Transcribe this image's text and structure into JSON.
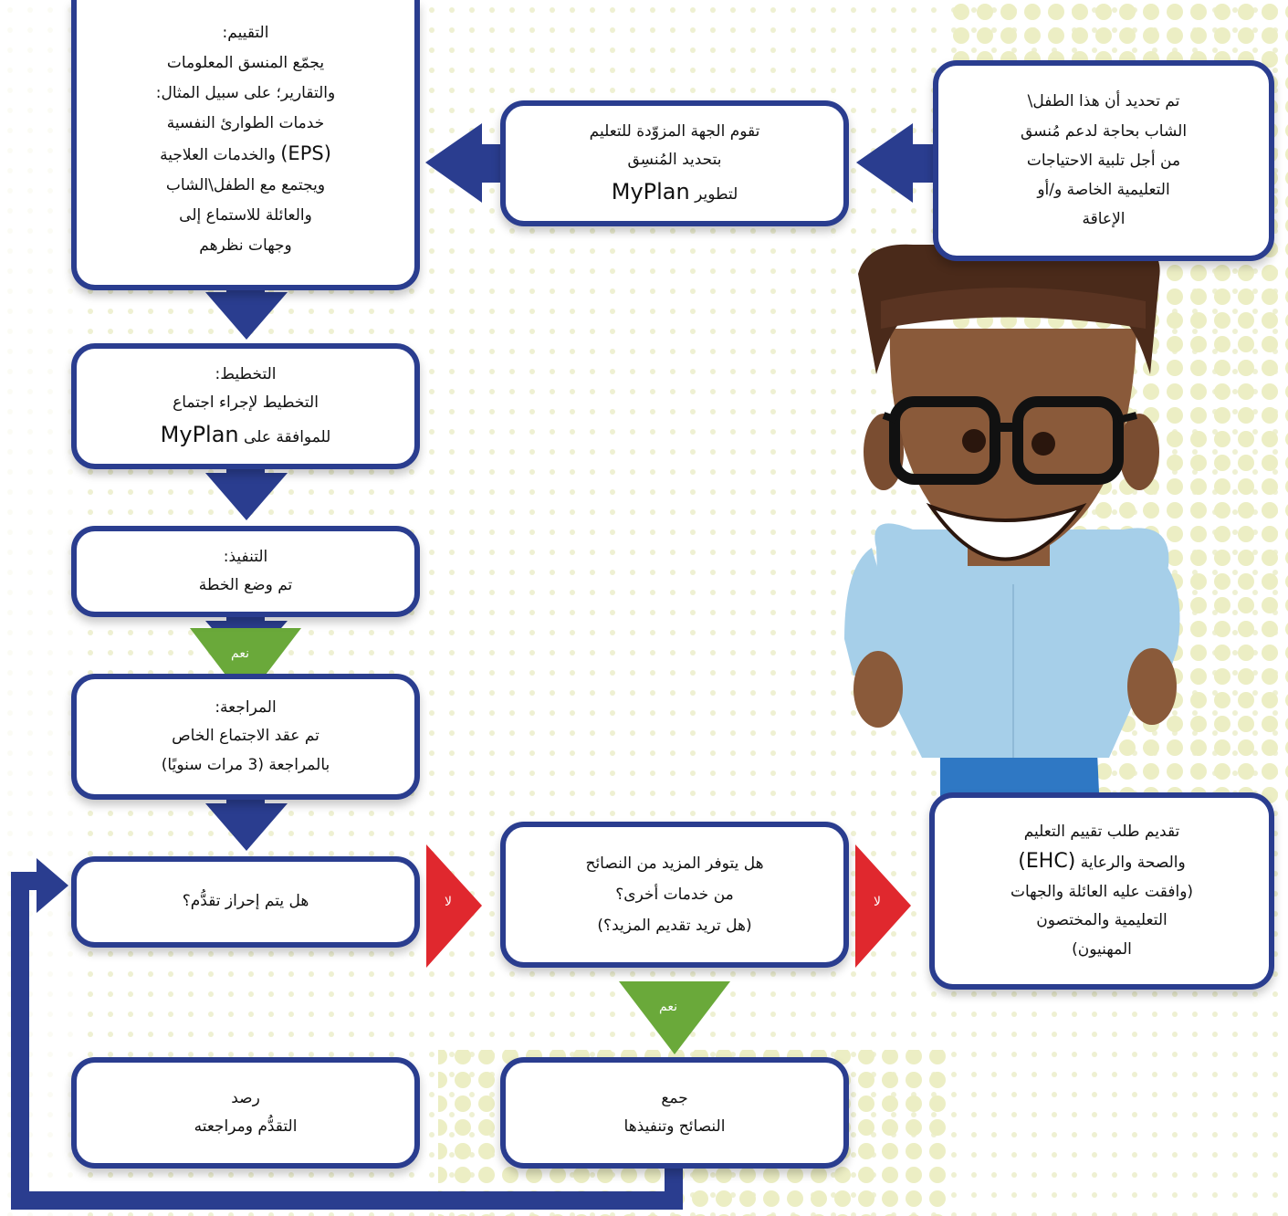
{
  "colors": {
    "box_border": "#2a3d8f",
    "arrow_blue": "#2a3d8f",
    "arrow_red": "#e0282e",
    "arrow_green": "#6aa93a",
    "dots": "#e9ecc4"
  },
  "boxes": {
    "identified": {
      "lines": [
        "تم تحديد أن هذا الطفل\\",
        "الشاب بحاجة لدعم مُنسق",
        "من أجل تلبية الاحتياجات",
        "التعليمية الخاصة و/أو",
        "الإعاقة"
      ]
    },
    "provider": {
      "lines": [
        "تقوم الجهة المزوّدة للتعليم",
        "بتحديد المُنسِق"
      ],
      "last_prefix": "لتطوير ",
      "last_big": "MyPlan"
    },
    "assessment": {
      "title": "التقييم:",
      "lines": [
        "يجمّع المنسق المعلومات",
        "والتقارير؛ على سبيل المثال:",
        "خدمات الطوارئ النفسية"
      ],
      "eps_big": "(EPS)",
      "eps_rest": " والخدمات العلاجية",
      "lines2": [
        "ويجتمع مع الطفل\\الشاب",
        "والعائلة للاستماع إلى",
        "وجهات نظرهم"
      ]
    },
    "planning": {
      "title": "التخطيط:",
      "line1": "التخطيط لإجراء اجتماع",
      "line2_prefix": "للموافقة على ",
      "line2_big": "MyPlan"
    },
    "implementation": {
      "title": "التنفيذ:",
      "line1": "تم وضع الخطة"
    },
    "review": {
      "title": "المراجعة:",
      "line1": "تم عقد الاجتماع الخاص",
      "line2": "بالمراجعة (3 مرات سنويًا)"
    },
    "progress_question": {
      "line1": "هل يتم إحراز تقدُّم؟"
    },
    "more_advice": {
      "line1": "هل يتوفر المزيد من النصائح",
      "line2": "من خدمات أخرى؟",
      "line3": "(هل تريد تقديم المزيد؟)"
    },
    "ehc": {
      "line1": "تقديم طلب تقييم التعليم",
      "line2_prefix": "والصحة والرعاية ",
      "line2_big": "(EHC)",
      "line3": "(وافقت عليه العائلة والجهات",
      "line4": "التعليمية والمختصون",
      "line5": "المهنيون)"
    },
    "monitor": {
      "line1": "رصد",
      "line2": "التقدُّم ومراجعته"
    },
    "collect": {
      "line1": "جمع",
      "line2": "النصائح وتنفيذها"
    }
  },
  "arrow_labels": {
    "no1": "لا",
    "no2": "لا",
    "yes1": "نعم",
    "yes2": "نعم"
  }
}
